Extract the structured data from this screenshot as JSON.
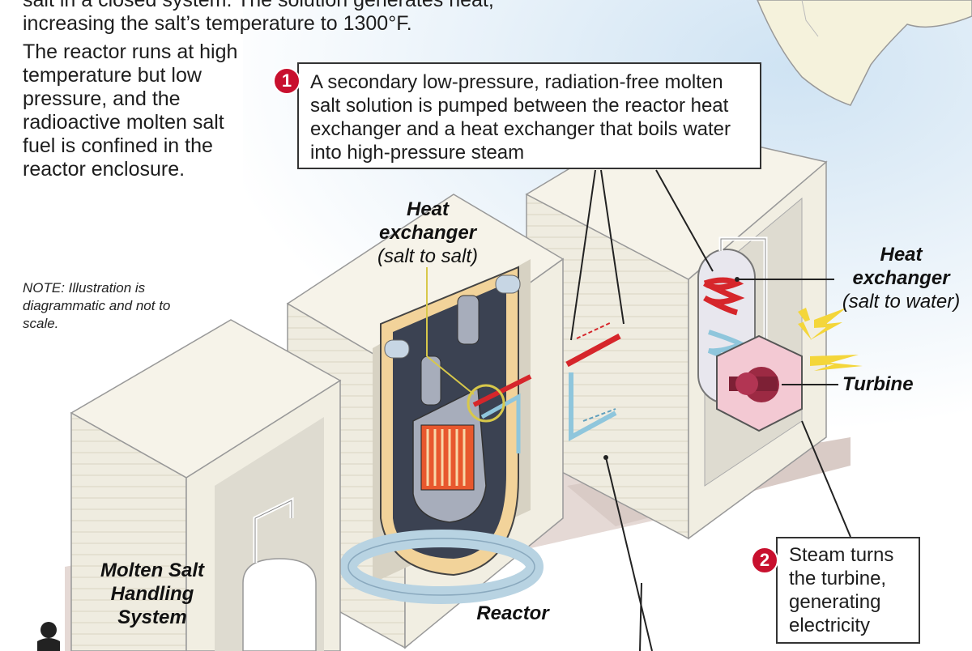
{
  "intro": {
    "line1": "salt in a closed system. The solution generates heat,",
    "line2": "increasing the salt’s temperature to 1300°F.",
    "para": "The reactor runs at high temperature but low pressure, and the radioactive molten salt fuel is confined in the reactor enclosure."
  },
  "note": "NOTE: Illustration is diagrammatic and not to scale.",
  "callouts": [
    {
      "number": "1",
      "text": "A secondary low-pressure, radiation-free molten salt solution is pumped between the reactor heat exchanger and a heat exchanger that boils water into high-pressure steam"
    },
    {
      "number": "2",
      "text": "Steam turns the turbine, generating electricity"
    }
  ],
  "labels": {
    "heat_exchanger_1": {
      "title": "Heat exchanger",
      "sub": "(salt to salt)"
    },
    "heat_exchanger_2": {
      "title": "Heat exchanger",
      "sub": "(salt to water)"
    },
    "turbine": "Turbine",
    "reactor": "Reactor",
    "molten_salt": "Molten Salt Handling System"
  },
  "colors": {
    "callout_number": "#c8102e",
    "hot_salt": "#d6262b",
    "cool_salt": "#8fc6dc",
    "building": "#f1eee2",
    "map_land": "#f5f2dc",
    "sky": "#dcebf6"
  }
}
